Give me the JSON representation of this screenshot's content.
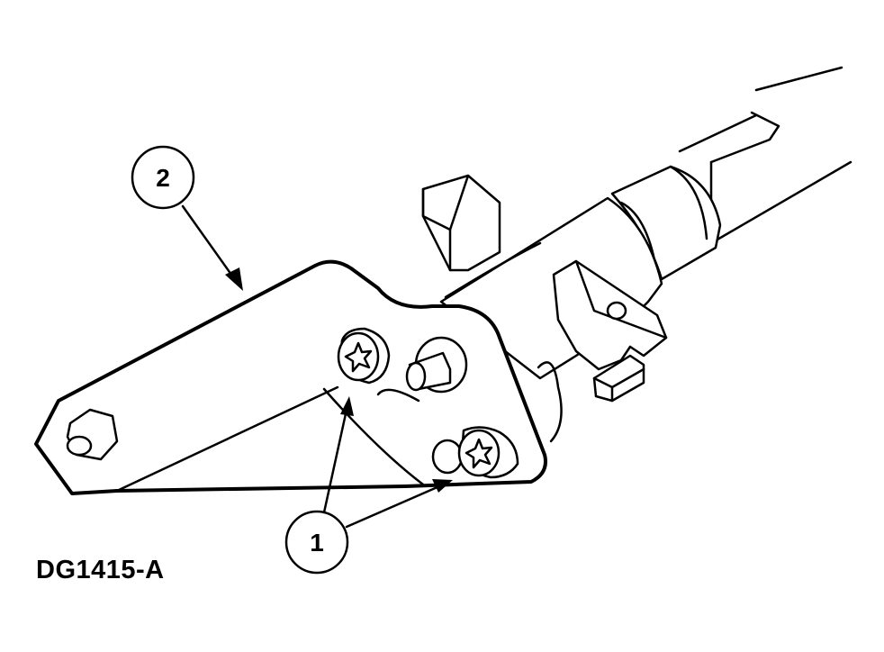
{
  "callouts": [
    {
      "id": "callout-1",
      "label": "1"
    },
    {
      "id": "callout-2",
      "label": "2"
    }
  ],
  "figure_id": "DG1415-A",
  "colors": {
    "line": "#000000",
    "background": "#ffffff"
  },
  "icons": [
    "torx-bolt-icon",
    "hex-nut-icon"
  ]
}
